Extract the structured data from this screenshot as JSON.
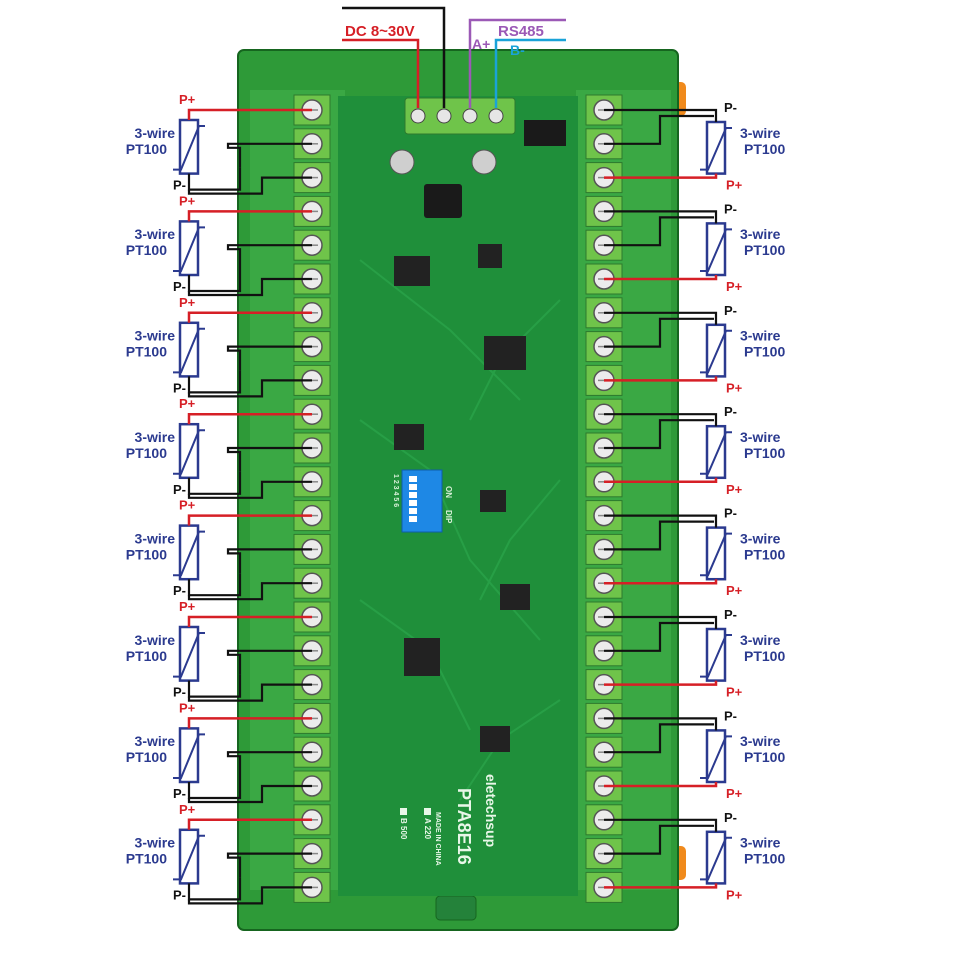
{
  "power": {
    "label": "DC 8~30V"
  },
  "comm": {
    "label": "RS485",
    "a_label": "A+",
    "b_label": "B-"
  },
  "sensor": {
    "line1": "3-wire",
    "line2": "PT100",
    "plus": "P+",
    "minus": "P-"
  },
  "board": {
    "model": "PTA8E16",
    "brand": "eletechsup",
    "made_in": "MADE IN CHINA",
    "option_a": "A 220",
    "option_b": "B 500",
    "dip_label": "DIP",
    "dip_numbers": "1 2 3 4 5 6",
    "dip_on": "ON"
  },
  "colors": {
    "pcb": "#1f8f3a",
    "housing": "#2e9a38",
    "terminal": "#6fc44a",
    "wire_red": "#d61f26",
    "wire_black": "#111111",
    "wire_purple": "#9b59b6",
    "wire_blue": "#1aa3d8",
    "label_blue": "#2b3a8f",
    "label_red": "#d61f26",
    "rtd_stroke": "#2b3a8f",
    "dip": "#1e88e5",
    "orange": "#f08a1c"
  }
}
